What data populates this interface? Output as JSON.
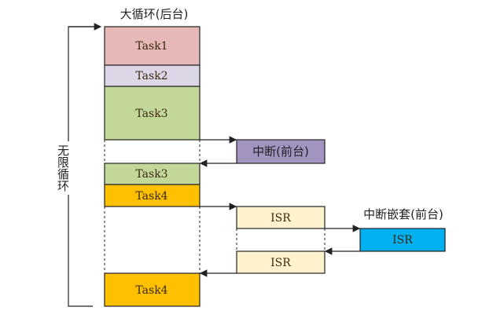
{
  "title": "大循环(后台)",
  "loop_label": "无限循环",
  "interrupt_label": "中断(前台)",
  "nested_label": "中断嵌套(前台)",
  "tasks": [
    {
      "label": "Task1",
      "color": "#e6b8b7"
    },
    {
      "label": "Task2",
      "color": "#dcd6e6"
    },
    {
      "label": "Task3",
      "color": "#c4d79b"
    },
    {
      "label": "Task3",
      "color": "#c4d79b"
    },
    {
      "label": "Task4",
      "color": "#ffc000"
    },
    {
      "label": "Task4",
      "color": "#ffc000"
    }
  ],
  "isr": [
    {
      "label": "ISR",
      "color": "#fff2cc"
    },
    {
      "label": "ISR",
      "color": "#fff2cc"
    },
    {
      "label": "ISR",
      "color": "#00b0f0"
    }
  ],
  "interrupt_color": "#a293c0"
}
